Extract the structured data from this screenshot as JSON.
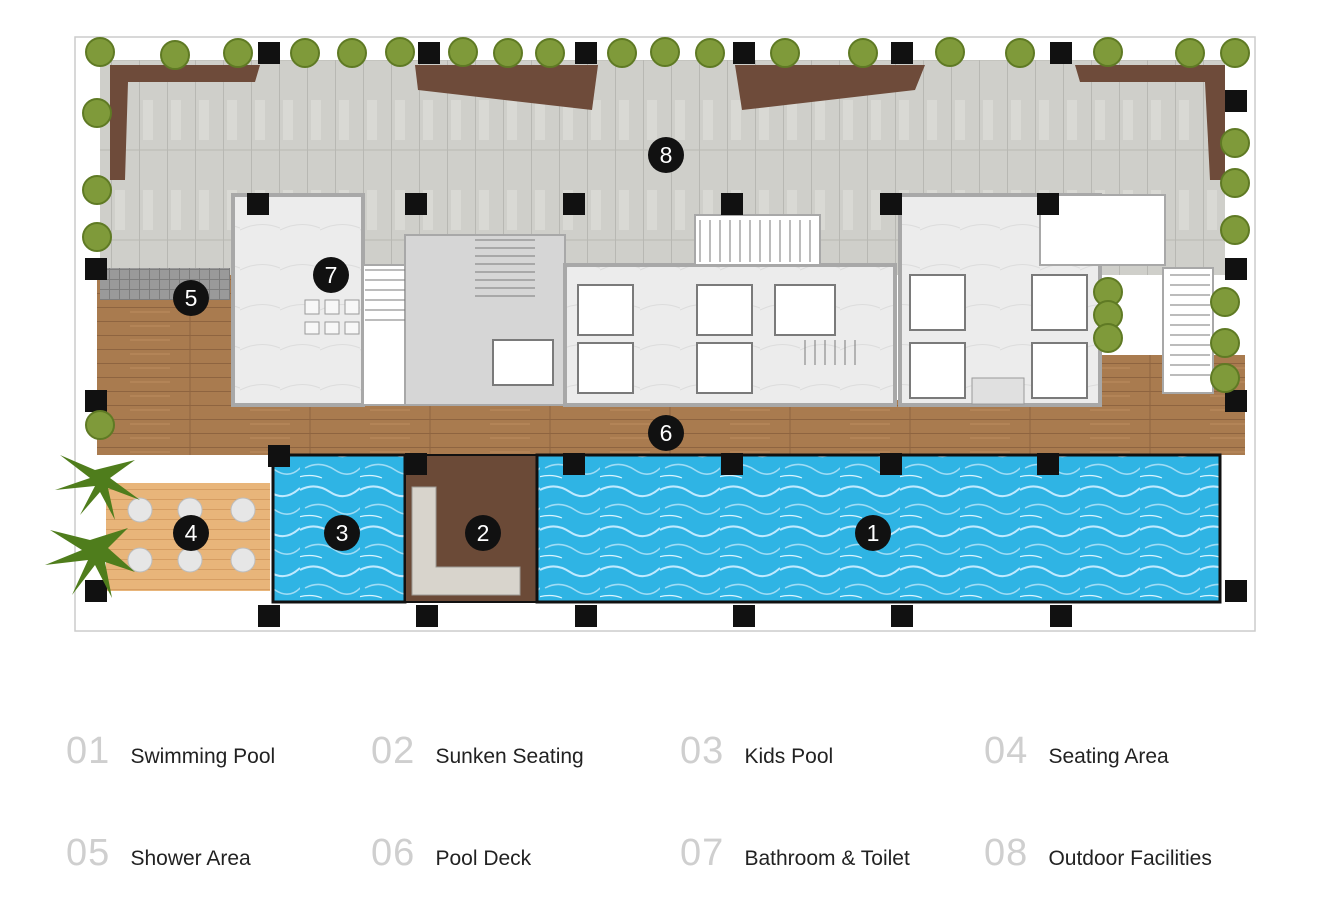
{
  "floor_plan": {
    "markers": [
      {
        "number": "1",
        "area": "swimming-pool"
      },
      {
        "number": "2",
        "area": "sunken-seating"
      },
      {
        "number": "3",
        "area": "kids-pool"
      },
      {
        "number": "4",
        "area": "seating-area"
      },
      {
        "number": "5",
        "area": "shower-area"
      },
      {
        "number": "6",
        "area": "pool-deck"
      },
      {
        "number": "7",
        "area": "bathroom-toilet"
      },
      {
        "number": "8",
        "area": "outdoor-facilities"
      }
    ],
    "colors": {
      "pool": "#2fb4e4",
      "wood_deck": "#a97b4f",
      "stone_deck": "#c9c9c4",
      "planter": "#6e4b3a",
      "column": "#111111",
      "interior": "#e9e9e9",
      "shrub": "#7f9a3a",
      "seating_deck": "#e8b57a"
    }
  },
  "legend": {
    "items": [
      {
        "number": "01",
        "label": "Swimming Pool"
      },
      {
        "number": "02",
        "label": "Sunken Seating"
      },
      {
        "number": "03",
        "label": "Kids Pool"
      },
      {
        "number": "04",
        "label": "Seating Area"
      },
      {
        "number": "05",
        "label": "Shower Area"
      },
      {
        "number": "06",
        "label": "Pool Deck"
      },
      {
        "number": "07",
        "label": "Bathroom & Toilet"
      },
      {
        "number": "08",
        "label": "Outdoor Facilities"
      }
    ]
  }
}
